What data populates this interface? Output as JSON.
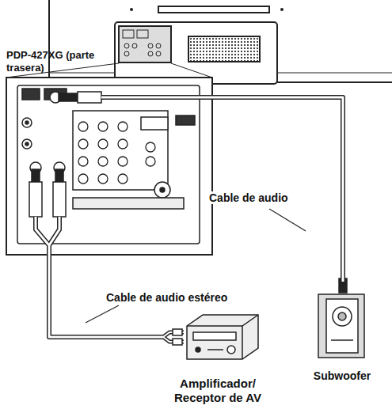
{
  "diagram": {
    "nodes": [
      {
        "text": [
          "PDP-427XG (parte trasera)"
        ]
      },
      {
        "text": [
          "Amplificador/ Receptor de AV"
        ]
      },
      {
        "text": [
          "Subwoofer"
        ]
      }
    ],
    "edges": [
      {
        "from": 0,
        "to": 1,
        "arrow": "none"
      },
      {
        "from": 0,
        "to": 2,
        "arrow": "none"
      }
    ],
    "labels": [
      "Cable de audio",
      "Cable de audio estéreo"
    ]
  }
}
